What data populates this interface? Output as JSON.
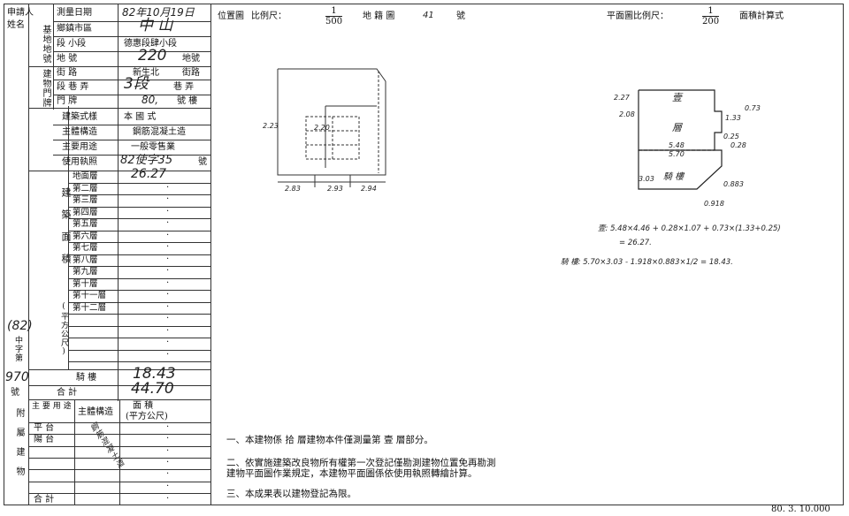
{
  "applicant": {
    "label": "申請人",
    "seal_label": "姓名"
  },
  "survey": {
    "date_label": "測量日期",
    "date_value": "82年10月19日"
  },
  "site": {
    "group_label": "基地地號",
    "district_label": "鄉鎮市區",
    "district_value": "中  山",
    "section_label": "段 小段",
    "section_value": "德惠段肆小段",
    "lot_label": "地  號",
    "lot_value": "220",
    "lot_suffix": "地號"
  },
  "address": {
    "group_label": "建物門牌",
    "street_label": "街  路",
    "street_value": "新生北",
    "street_suffix": "街路",
    "lane_label": "段 巷 弄",
    "lane_value": "3段",
    "lane_suffix": "巷  弄",
    "number_label": "門  牌",
    "number_value": "80,",
    "number_suffix": "號  樓"
  },
  "building": {
    "style_label": "建築式樣",
    "style_value": "本  國  式",
    "structure_label": "主體構造",
    "structure_value": "鋼筋混凝土造",
    "use_label": "主要用途",
    "use_value": "一般零售業",
    "permit_label": "使用執照",
    "permit_value": "82使字35",
    "permit_suffix": "號"
  },
  "floors": {
    "side_label": "建築面積",
    "unit_label": "(平方公尺)",
    "rows": [
      {
        "label": "地面層",
        "value": "26.27"
      },
      {
        "label": "第二層",
        "value": "·"
      },
      {
        "label": "第三層",
        "value": "·"
      },
      {
        "label": "第四層",
        "value": "·"
      },
      {
        "label": "第五層",
        "value": "·"
      },
      {
        "label": "第六層",
        "value": "·"
      },
      {
        "label": "第七層",
        "value": "·"
      },
      {
        "label": "第八層",
        "value": "·"
      },
      {
        "label": "第九層",
        "value": "·"
      },
      {
        "label": "第十層",
        "value": "·"
      },
      {
        "label": "第十一層",
        "value": "·"
      },
      {
        "label": "第十二層",
        "value": "·"
      },
      {
        "label": "",
        "value": "·"
      },
      {
        "label": "",
        "value": "·"
      },
      {
        "label": "",
        "value": "·"
      },
      {
        "label": "",
        "value": "·"
      }
    ],
    "balcony_label": "騎  樓",
    "balcony_value": "18.43",
    "total_label": "合    計",
    "total_value": "44.70"
  },
  "ledger": {
    "year": "(82)",
    "word": "中字第",
    "number": "970",
    "suffix": "號"
  },
  "annex": {
    "side_label": "附屬建物",
    "use_header": "主 要 用 途",
    "struct_header": "主體構造",
    "area_header": "面     積",
    "area_unit": "(平方公尺)",
    "rows": [
      {
        "label": "平    台",
        "value": "·"
      },
      {
        "label": "陽    台",
        "value": "·"
      },
      {
        "label": "",
        "value": "·"
      },
      {
        "label": "",
        "value": "·"
      },
      {
        "label": "",
        "value": "·"
      },
      {
        "label": "",
        "value": "·"
      }
    ],
    "struct_value": "鋼筋混凝土造",
    "total_label": "合  計",
    "total_value": "·"
  },
  "location_plan": {
    "title": "位置圖",
    "scale_label": "比例尺：",
    "scale_num": "1",
    "scale_den": "500",
    "map_label": "地 籍 圖",
    "map_no": "41",
    "map_suffix": "號",
    "dims": {
      "left": "2.23",
      "inner": "2.20",
      "b1": "2.83",
      "b2": "2.93",
      "b3": "2.94"
    }
  },
  "floor_plan": {
    "title": "平面圖比例尺：",
    "scale_num": "1",
    "scale_den": "200",
    "suffix": "面積計算式",
    "room_top": "壹",
    "room_mid": "層",
    "porch": "騎  樓",
    "dims": {
      "d1": "2.27",
      "d2": "2.08",
      "d3": "0.73",
      "d4": "1.33",
      "d5": "0.25",
      "d6": "0.28",
      "d7": "5.48",
      "d8": "5.70",
      "d9": "3.03",
      "d10": "0.883",
      "d11": "0.918"
    },
    "calc1": "壹: 5.48×4.46 + 0.28×1.07 + 0.73×(1.33+0.25)",
    "calc1b": "= 26.27.",
    "calc2": "騎  樓: 5.70×3.03 - 1.918×0.883×1/2 = 18.43."
  },
  "notes": [
    "一、本建物係        拾    層建物本件僅測量第        壹    層部分。",
    "二、依實施建築改良物所有權第一次登記僅勘測建物位置免再勘測",
    "     建物平面圖作業規定，本建物平面圖係依使用執照轉繪計算。",
    "三、本成果表以建物登記為限。"
  ],
  "footer_code": "80. 3. 10.000"
}
